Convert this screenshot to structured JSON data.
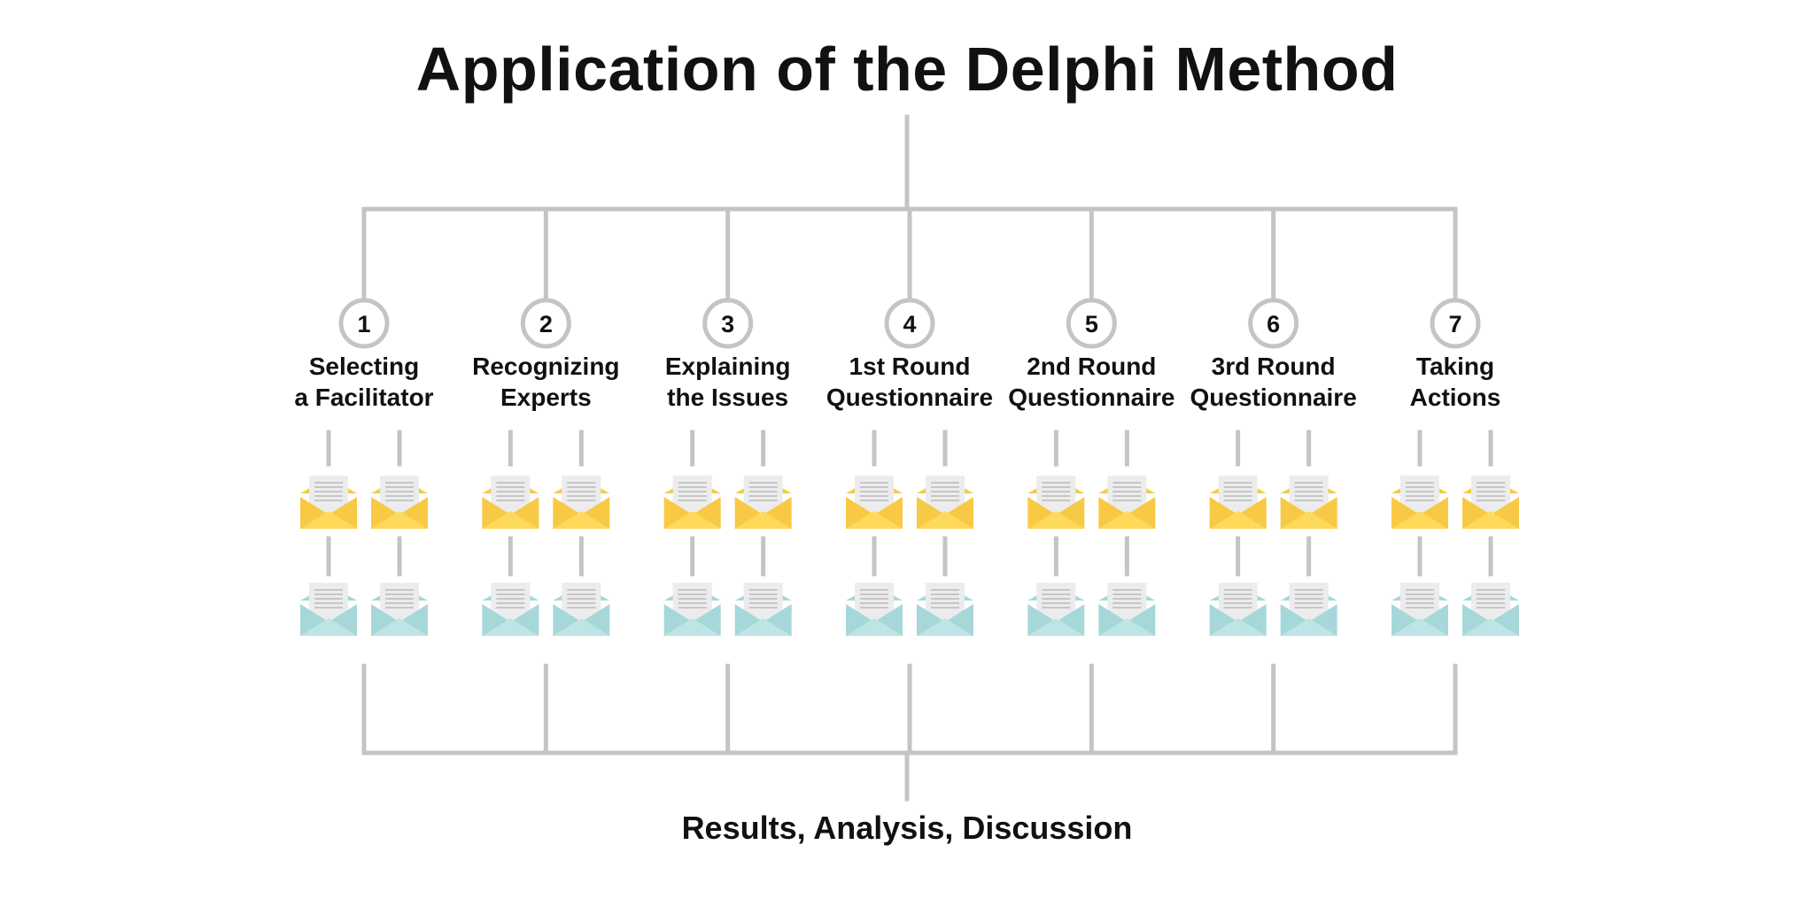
{
  "diagram": {
    "title": "Application of the Delphi Method",
    "footer": "Results, Analysis, Discussion",
    "colors": {
      "line": "#c4c4c4",
      "envelope_top": "#f7c945",
      "envelope_top_shade": "#ffd95a",
      "envelope_bottom": "#a6d8da",
      "envelope_bottom_shade": "#bfe4e5",
      "paper": "#ececec",
      "paper_lines": "#b9b9b9"
    },
    "steps": [
      {
        "number": "1",
        "line1": "Selecting",
        "line2": "a Facilitator"
      },
      {
        "number": "2",
        "line1": "Recognizing",
        "line2": "Experts"
      },
      {
        "number": "3",
        "line1": "Explaining",
        "line2": "the Issues"
      },
      {
        "number": "4",
        "line1": "1st Round",
        "line2": "Questionnaire"
      },
      {
        "number": "5",
        "line1": "2nd Round",
        "line2": "Questionnaire"
      },
      {
        "number": "6",
        "line1": "3rd Round",
        "line2": "Questionnaire"
      },
      {
        "number": "7",
        "line1": "Taking",
        "line2": "Actions"
      }
    ]
  }
}
